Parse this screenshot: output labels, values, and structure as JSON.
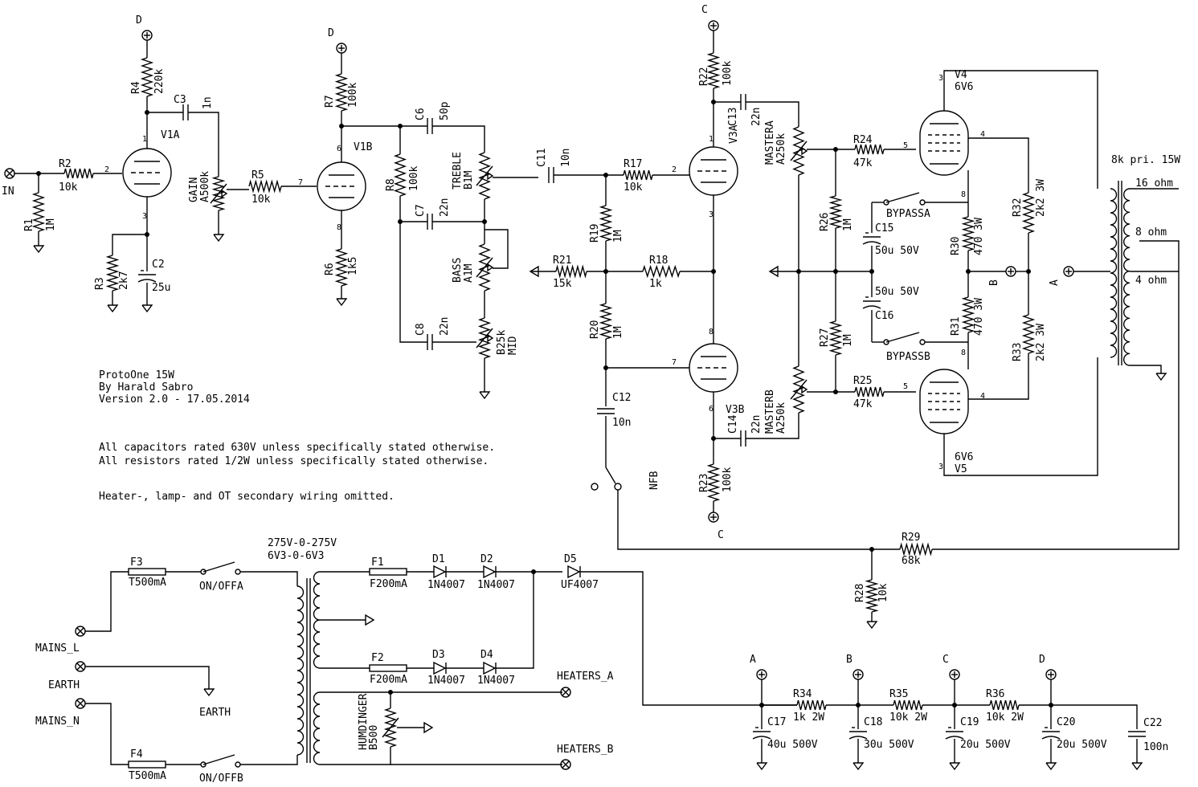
{
  "notes": {
    "title": "ProtoOne 15W",
    "author": "By Harald Sabro",
    "version": "Version 2.0 - 17.05.2014",
    "note1": "All capacitors rated 630V unless specifically stated otherwise.",
    "note2": "All resistors rated 1/2W unless specifically stated otherwise.",
    "note3": "Heater-, lamp- and OT secondary wiring omitted."
  },
  "labels": {
    "in": "IN",
    "nfb": "NFB",
    "bypassa": "BYPASSA",
    "bypassb": "BYPASSB",
    "ot_label": "8k pri. 15W",
    "ohm16": "16 ohm",
    "ohm8": "8 ohm",
    "ohm4": "4 ohm",
    "pt_label1": "275V-0-275V",
    "pt_label2": "6V3-0-6V3",
    "mains_l": "MAINS_L",
    "earth": "EARTH",
    "mains_n": "MAINS_N",
    "earth_gnd": "EARTH",
    "on_offa": "ON/OFFA",
    "on_offb": "ON/OFFB",
    "heaters_a": "HEATERS_A",
    "heaters_b": "HEATERS_B",
    "humdinger": "HUMDINGER",
    "humdinger_val": "B500",
    "rail_a": "A",
    "rail_b": "B",
    "rail_c": "C",
    "rail_d": "D",
    "b_node": "B",
    "a_node": "A"
  },
  "tubes": {
    "v1a": "V1A",
    "v1b": "V1B",
    "v3a": "V3A",
    "v3b": "V3B",
    "v4": "V4",
    "v4_type": "6V6",
    "v5": "V5",
    "v5_type": "6V6"
  },
  "resistors": {
    "r1": [
      "R1",
      "1M"
    ],
    "r2": [
      "R2",
      "10k"
    ],
    "r3": [
      "R3",
      "2k7"
    ],
    "r4": [
      "R4",
      "220k"
    ],
    "r5": [
      "R5",
      "10k"
    ],
    "r6": [
      "R6",
      "1k5"
    ],
    "r7": [
      "R7",
      "100k"
    ],
    "r8": [
      "R8",
      "100k"
    ],
    "r17": [
      "R17",
      "10k"
    ],
    "r18": [
      "R18",
      "1k"
    ],
    "r19": [
      "R19",
      "1M"
    ],
    "r20": [
      "R20",
      "1M"
    ],
    "r21": [
      "R21",
      "15k"
    ],
    "r22": [
      "R22",
      "100k"
    ],
    "r23": [
      "R23",
      "100k"
    ],
    "r24": [
      "R24",
      "47k"
    ],
    "r25": [
      "R25",
      "47k"
    ],
    "r26": [
      "R26",
      "1M"
    ],
    "r27": [
      "R27",
      "1M"
    ],
    "r28": [
      "R28",
      "10k"
    ],
    "r29": [
      "R29",
      "68k"
    ],
    "r30": [
      "R30",
      "470 3W"
    ],
    "r31": [
      "R31",
      "470 3W"
    ],
    "r32": [
      "R32",
      "2k2 3W"
    ],
    "r33": [
      "R33",
      "2k2 3W"
    ],
    "r34": [
      "R34",
      "1k 2W"
    ],
    "r35": [
      "R35",
      "10k 2W"
    ],
    "r36": [
      "R36",
      "10k 2W"
    ]
  },
  "capacitors": {
    "c2": [
      "C2",
      "25u"
    ],
    "c3": [
      "C3",
      "1n"
    ],
    "c6": [
      "C6",
      "50p"
    ],
    "c7": [
      "C7",
      "22n"
    ],
    "c8": [
      "C8",
      "22n"
    ],
    "c11": [
      "C11",
      "10n"
    ],
    "c12": [
      "C12",
      "10n"
    ],
    "c13": [
      "C13",
      "22n"
    ],
    "c14": [
      "C14",
      "22n"
    ],
    "c15": [
      "C15",
      "50u 50V"
    ],
    "c16": [
      "C16",
      "50u 50V"
    ],
    "c17": [
      "C17",
      "40u 500V"
    ],
    "c18": [
      "C18",
      "30u 500V"
    ],
    "c19": [
      "C19",
      "20u 500V"
    ],
    "c20": [
      "C20",
      "20u 500V"
    ],
    "c22": [
      "C22",
      "100n"
    ]
  },
  "pots": {
    "gain": [
      "GAIN",
      "A500k"
    ],
    "treble": [
      "TREBLE",
      "B1M"
    ],
    "bass": [
      "BASS",
      "A1M"
    ],
    "mid": [
      "MID",
      "B25k"
    ],
    "mastera": [
      "MASTERA",
      "A250k"
    ],
    "masterb": [
      "MASTERB",
      "A250k"
    ]
  },
  "fuses": {
    "f1": [
      "F1",
      "F200mA"
    ],
    "f2": [
      "F2",
      "F200mA"
    ],
    "f3": [
      "F3",
      "T500mA"
    ],
    "f4": [
      "F4",
      "T500mA"
    ]
  },
  "diodes": {
    "d1": [
      "D1",
      "1N4007"
    ],
    "d2": [
      "D2",
      "1N4007"
    ],
    "d3": [
      "D3",
      "1N4007"
    ],
    "d4": [
      "D4",
      "1N4007"
    ],
    "d5": [
      "D5",
      "UF4007"
    ]
  }
}
